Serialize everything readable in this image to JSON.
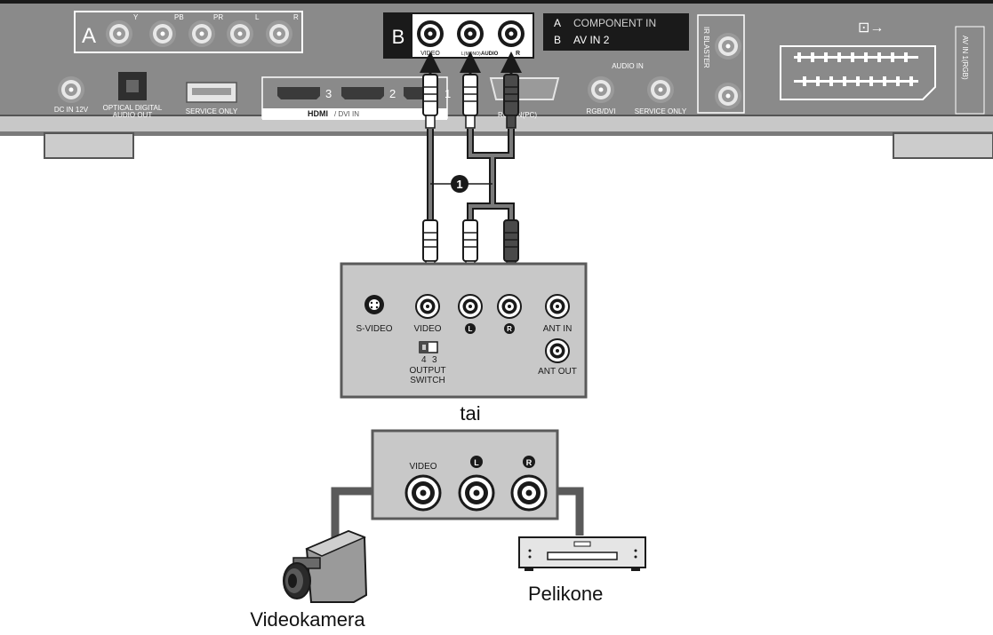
{
  "tv_panel": {
    "component": {
      "group_letter": "A",
      "jack_labels": [
        "Y",
        "PB",
        "PR",
        "L",
        "R"
      ]
    },
    "av_in_2": {
      "group_letter": "B",
      "jack_labels": [
        "VIDEO",
        "L(MONO)",
        "AUDIO",
        "R"
      ]
    },
    "legend": [
      {
        "letter": "A",
        "text": "COMPONENT IN"
      },
      {
        "letter": "B",
        "text": "AV IN 2"
      }
    ],
    "audio_in_label": "AUDIO IN",
    "ir_blaster_label": "IR BLASTER",
    "scart_label": "AV IN 1(RGB)",
    "lower_row": {
      "dc_in": "DC IN 12V",
      "optical_line1": "OPTICAL DIGITAL",
      "optical_line2": "AUDIO OUT",
      "service_only": "SERVICE ONLY",
      "hdmi_numbers": [
        "3",
        "2",
        "1"
      ],
      "hdmi_logo": "HDMI",
      "hdmi_suffix": "/ DVI IN",
      "rgb_in": "RGB IN(PC)",
      "rgb_dvi": "RGB/DVI",
      "service_only_small": "SERVICE ONLY"
    }
  },
  "cable_number": "1",
  "switch_box": {
    "s_video": "S-VIDEO",
    "video": "VIDEO",
    "left": "L",
    "right": "R",
    "ant_in": "ANT IN",
    "ant_out": "ANT OUT",
    "switch_ch": [
      "4",
      "3"
    ],
    "output_switch_line1": "OUTPUT",
    "output_switch_line2": "SWITCH",
    "or_label": "tai"
  },
  "device_box": {
    "video": "VIDEO",
    "left": "L",
    "right": "R"
  },
  "devices": {
    "camcorder": "Videokamera",
    "player": "Pelikone"
  }
}
